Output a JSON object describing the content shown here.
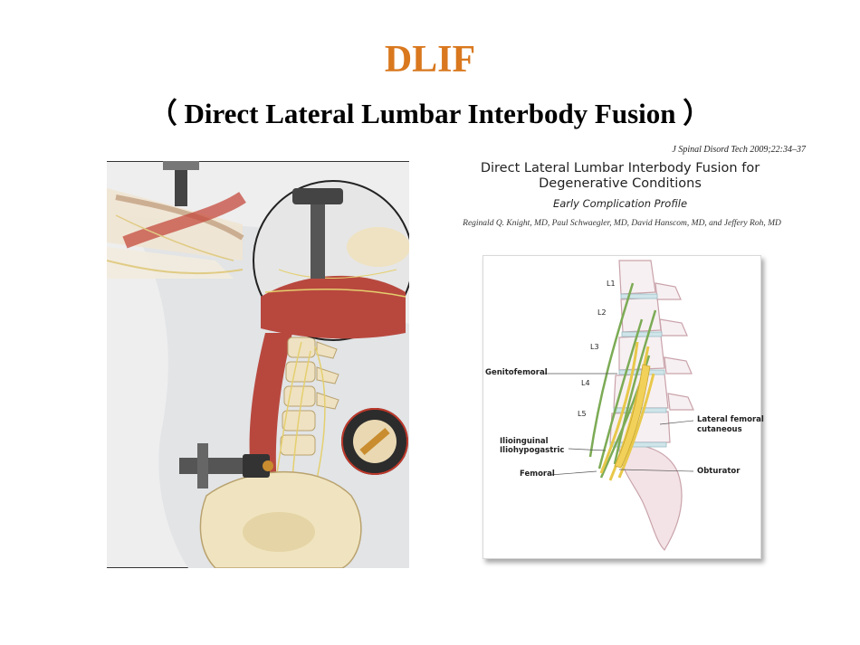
{
  "slide": {
    "title": "DLIF",
    "subtitle": "（ Direct Lateral Lumbar Interbody Fusion ）",
    "accent_color": "#D9781E"
  },
  "paper": {
    "citation": "J Spinal Disord Tech 2009;22:34–37",
    "title_line1": "Direct Lateral Lumbar Interbody Fusion for",
    "title_line2": "Degenerative Conditions",
    "subtitle": "Early Complication Profile",
    "authors": "Reginald Q. Knight, MD, Paul Schwaegler, MD, David Hanscom, MD, and Jeffery Roh, MD"
  },
  "figure": {
    "levels": [
      "L1",
      "L2",
      "L3",
      "L4",
      "L5"
    ],
    "nerves": {
      "genitofemoral": "Genitofemoral",
      "ilioinguinal": "Ilioinguinal",
      "iliohypogastric": "Iliohypogastric",
      "femoral": "Femoral",
      "lateral_femoral_1": "Lateral femoral",
      "lateral_femoral_2": "cutaneous",
      "obturator": "Obturator"
    }
  }
}
